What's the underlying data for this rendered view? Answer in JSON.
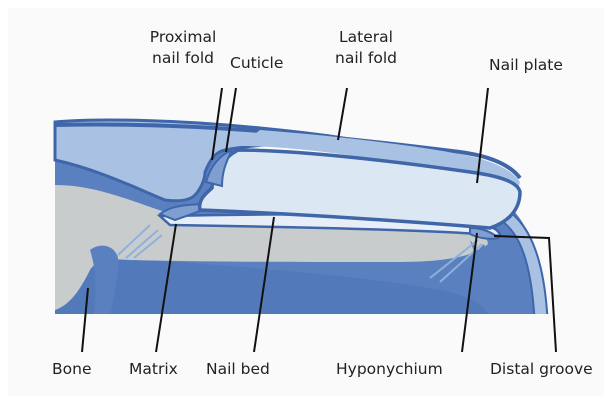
{
  "labels": {
    "proximal_nail_fold": [
      "Proximal",
      "nail fold"
    ],
    "cuticle": "Cuticle",
    "lateral_nail_fold": [
      "Lateral",
      "nail fold"
    ],
    "nail_plate": "Nail plate",
    "bone": "Bone",
    "matrix": "Matrix",
    "nail_bed": "Nail bed",
    "hyponychium": "Hyponychium",
    "distal_groove": "Distal groove"
  },
  "colors": {
    "outline": "#3f66a8",
    "skin_light": "#a9c2e4",
    "skin_mid": "#7f9fd0",
    "soft_tissue": "#5a80bf",
    "bone_gray": "#c9cccd",
    "nail_plate": "#dce7f4",
    "leader_line": "#111111"
  }
}
